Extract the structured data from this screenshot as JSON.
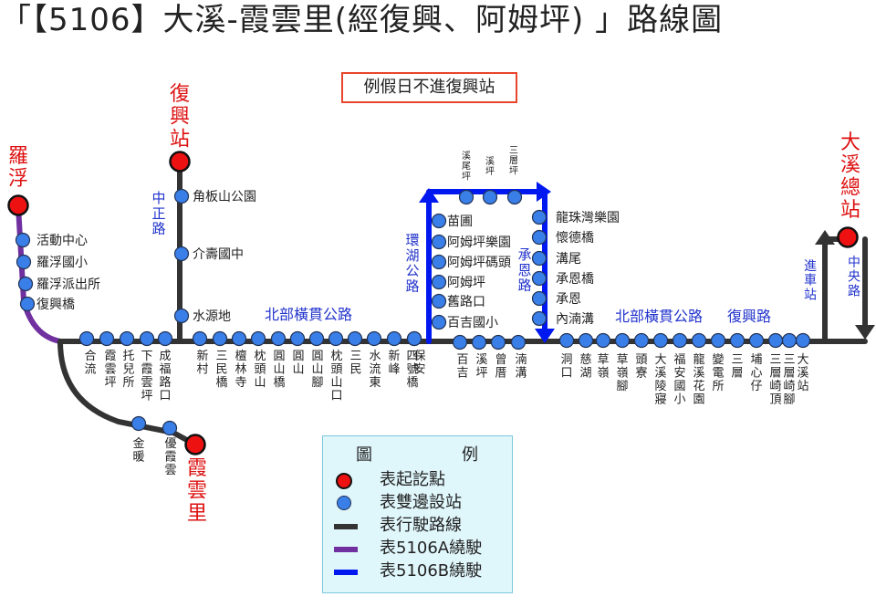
{
  "title": "「【5106】大溪-霞雲里(經復興、阿姆坪) 」路線圖",
  "notice": "例假日不進復興站",
  "colors": {
    "route": "#333333",
    "route_a": "#7030a0",
    "route_b": "#0018f0",
    "terminal": "#ee1111",
    "stop": "#3a7ee8",
    "road_label": "#2233cc",
    "terminal_label": "#dd1111"
  },
  "terminals": {
    "luofu": "羅浮",
    "fuxing": "復興站",
    "daxi": "大溪總站",
    "xiayunli": "霞雲里"
  },
  "roads": {
    "zhongzheng": "中正路",
    "north_cross_1": "北部橫貫公路",
    "huanhu": "環湖公路",
    "chengen": "承恩路",
    "north_cross_2": "北部橫貫公路",
    "fuxing_rd": "復興路",
    "jinche": "進車站",
    "zhongyang": "中央路"
  },
  "stops": {
    "luofu_branch": [
      "活動中心",
      "羅浮國小",
      "羅浮派出所",
      "復興橋"
    ],
    "fuxing_branch": [
      "角板山公園",
      "介壽國中",
      "水源地"
    ],
    "main_west": [
      "合流",
      "霞雲坪",
      "托兒所",
      "下霞雲坪",
      "成福路口",
      "新村",
      "三民橋",
      "檀林寺",
      "枕頭山",
      "圓山橋",
      "圓山",
      "圓山腳",
      "枕頭山口",
      "三民",
      "水流東",
      "新峰",
      "四號橋",
      "保安"
    ],
    "loop_top": [
      "溪尾坪",
      "溪坪",
      "三層坪"
    ],
    "loop_left": [
      "苗圃",
      "阿姆坪樂園",
      "阿姆坪碼頭",
      "阿姆坪",
      "舊路口",
      "百吉國小"
    ],
    "loop_right": [
      "龍珠灣樂園",
      "懷德橋",
      "溝尾",
      "承恩橋",
      "承恩",
      "內湳溝"
    ],
    "loop_bottom": [
      "百吉",
      "溪坪",
      "曾厝",
      "湳溝"
    ],
    "main_east": [
      "洞口",
      "慈湖",
      "草嶺",
      "草嶺腳",
      "頭寮",
      "大溪陵寢",
      "福安國小",
      "龍溪花園",
      "變電所",
      "三層",
      "埔心仔",
      "三層崎頂",
      "三層崎腳",
      "大溪站"
    ],
    "xiayun_branch": [
      "金暖",
      "優霞雲"
    ]
  },
  "legend": {
    "col1": "圖",
    "col2": "例",
    "items": [
      {
        "symbol": "terminal",
        "label": "表起訖點"
      },
      {
        "symbol": "stop",
        "label": "表雙邊設站"
      },
      {
        "symbol": "route",
        "label": "表行駛路線"
      },
      {
        "symbol": "route_a",
        "label": "表5106A繞駛"
      },
      {
        "symbol": "route_b",
        "label": "表5106B繞駛"
      }
    ]
  }
}
